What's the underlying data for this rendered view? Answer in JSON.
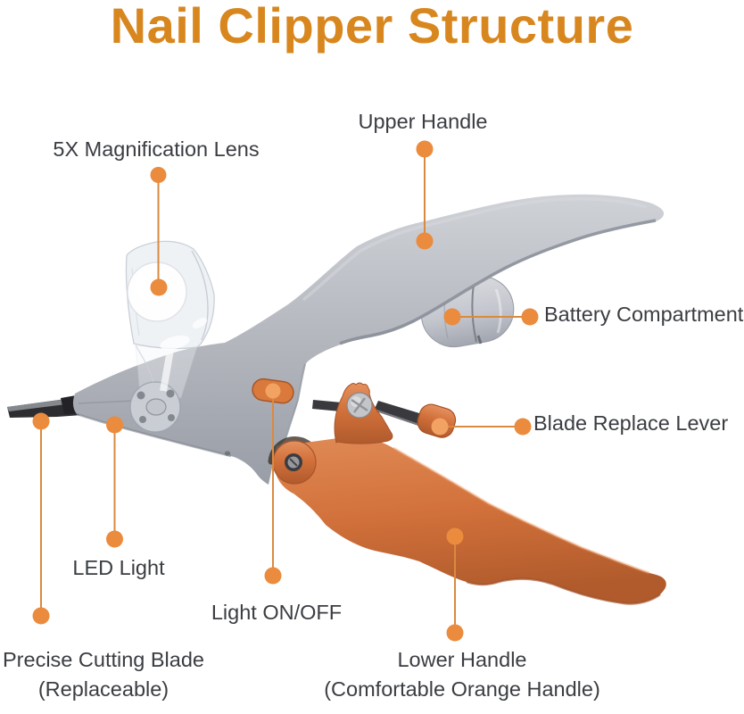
{
  "title": "Nail Clipper Structure",
  "theme": {
    "title_color": "#d8871f",
    "label_color": "#3a3d42",
    "callout_line_color": "#d98a40",
    "callout_dot_color": "#ea8b3d",
    "callout_dot_on_orange_color": "#f2a263",
    "background_color": "#ffffff",
    "handle_gray_color": "#b3b7c0",
    "handle_orange_color": "#d2703a"
  },
  "labels": {
    "magnification_lens": "5X Magnification Lens",
    "upper_handle": "Upper Handle",
    "battery_compartment": "Battery Compartment",
    "blade_replace_lever": "Blade Replace Lever",
    "led_light": "LED Light",
    "light_on_off": "Light ON/OFF",
    "precise_cutting_blade": "Precise Cutting Blade",
    "precise_cutting_blade_sub": "(Replaceable)",
    "lower_handle": "Lower Handle",
    "lower_handle_sub": "(Comfortable Orange Handle)"
  }
}
